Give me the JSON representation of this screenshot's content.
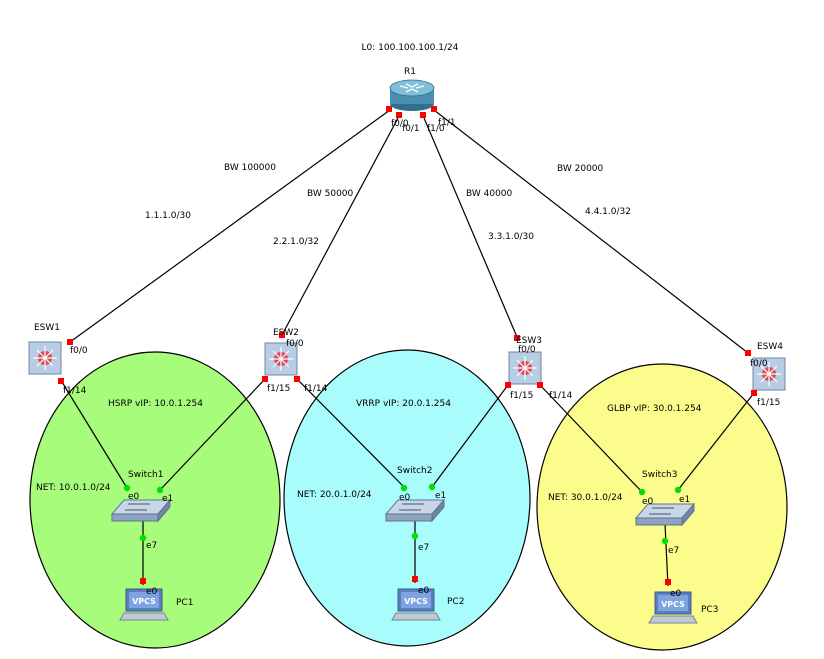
{
  "loopback": "L0: 100.100.100.1/24",
  "router": {
    "name": "R1"
  },
  "switches3": [
    {
      "name": "ESW1"
    },
    {
      "name": "ESW2"
    },
    {
      "name": "ESW3"
    },
    {
      "name": "ESW4"
    }
  ],
  "switches": [
    {
      "name": "Switch1"
    },
    {
      "name": "Switch2"
    },
    {
      "name": "Switch3"
    }
  ],
  "pcs": [
    {
      "name": "PC1",
      "icon_text": "VPCS"
    },
    {
      "name": "PC2",
      "icon_text": "VPCS"
    },
    {
      "name": "PC3",
      "icon_text": "VPCS"
    }
  ],
  "zones": [
    {
      "vip": "HSRP vIP: 10.0.1.254",
      "net": "NET: 10.0.1.0/24",
      "color": "#a8fc7c"
    },
    {
      "vip": "VRRP vIP: 20.0.1.254",
      "net": "NET: 20.0.1.0/24",
      "color": "#a8fcfc"
    },
    {
      "vip": "GLBP vIP: 30.0.1.254",
      "net": "NET: 30.0.1.0/24",
      "color": "#fcfc8c"
    }
  ],
  "links": [
    {
      "bw": "BW 100000",
      "subnet": "1.1.1.0/30",
      "r_port": "f0/0",
      "sw_port": "f0/0"
    },
    {
      "bw": "BW 50000",
      "subnet": "2.2.1.0/32",
      "r_port": "f0/1",
      "sw_port": "f0/0"
    },
    {
      "bw": "BW 40000",
      "subnet": "3.3.1.0/30",
      "r_port": "f1/0",
      "sw_port": "f0/0"
    },
    {
      "bw": "BW 20000",
      "subnet": "4.4.1.0/32",
      "r_port": "f1/1",
      "sw_port": "f0/0"
    }
  ],
  "access_ports": {
    "esw1": "f1/14",
    "esw2_left": "f1/15",
    "esw2_right": "f1/14",
    "esw3_left": "f1/15",
    "esw3_right": "f1/14",
    "esw4": "f1/15"
  },
  "sw_ports": {
    "e0": "e0",
    "e1": "e1",
    "e7": "e7"
  },
  "pc_port": "e0",
  "colors": {
    "port_red": "#ff0000",
    "port_green": "#00e000",
    "device_blue": "#9fb8d8",
    "router_teal": "#4a8fb0"
  }
}
